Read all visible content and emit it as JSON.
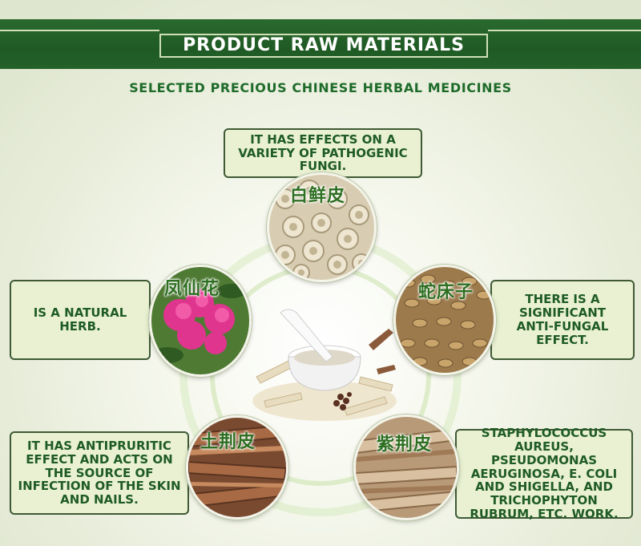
{
  "banner": {
    "title": "PRODUCT RAW MATERIALS"
  },
  "subtitle": "SELECTED PRECIOUS CHINESE HERBAL MEDICINES",
  "herbs": [
    {
      "name": "白鲜皮",
      "description": "IT HAS EFFECTS ON A VARIETY OF PATHOGENIC FUNGI."
    },
    {
      "name": "凤仙花",
      "description": "IS A NATURAL HERB."
    },
    {
      "name": "蛇床子",
      "description": "THERE IS A SIGNIFICANT ANTI-FUNGAL EFFECT."
    },
    {
      "name": "土荆皮",
      "description": "IT HAS ANTIPRURITIC EFFECT AND ACTS ON THE SOURCE OF INFECTION OF THE SKIN AND NAILS."
    },
    {
      "name": "紫荆皮",
      "description": "STAPHYLOCOCCUS AUREUS, PSEUDOMONAS AERUGINOSA, E. COLI AND SHIGELLA, AND TRICHOPHYTON RUBRUM, ETC. WORK."
    }
  ],
  "colors": {
    "banner": "#24622a",
    "accent_text": "#1e6b2a",
    "box_fill": "#e9f1d2"
  }
}
